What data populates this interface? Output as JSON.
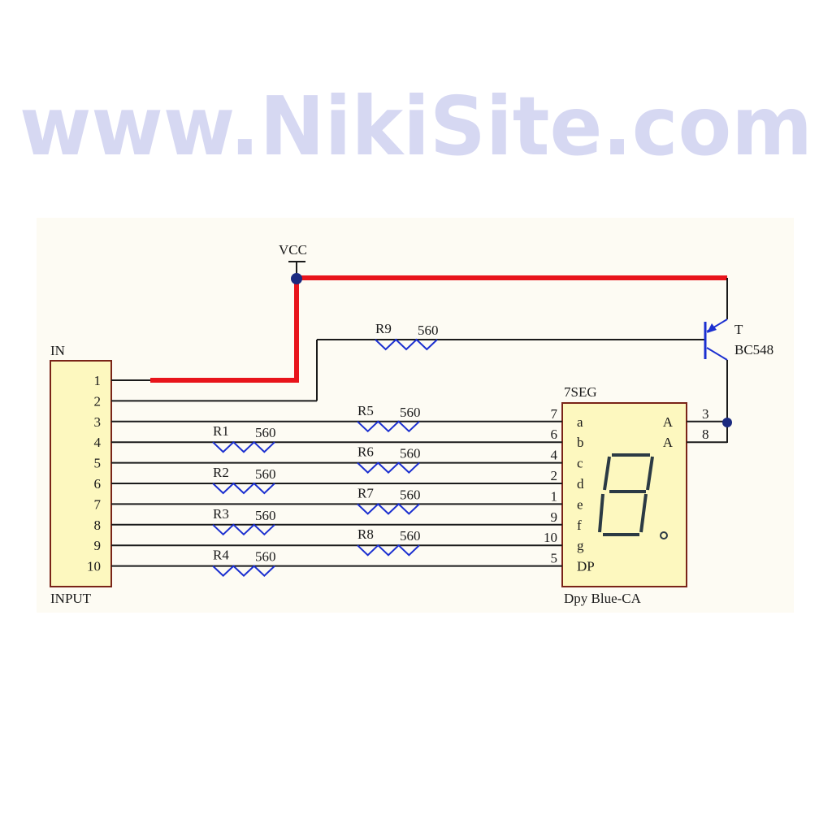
{
  "watermark": "www.NikiSite.com",
  "power": {
    "label": "VCC"
  },
  "connector": {
    "designator": "IN",
    "name": "INPUT",
    "pins": [
      "1",
      "2",
      "3",
      "4",
      "5",
      "6",
      "7",
      "8",
      "9",
      "10"
    ]
  },
  "transistor": {
    "designator": "T",
    "part": "BC548"
  },
  "display": {
    "designator": "7SEG",
    "name": "Dpy Blue-CA",
    "segments": [
      {
        "name": "a",
        "pin": "7"
      },
      {
        "name": "b",
        "pin": "6"
      },
      {
        "name": "c",
        "pin": "4"
      },
      {
        "name": "d",
        "pin": "2"
      },
      {
        "name": "e",
        "pin": "1"
      },
      {
        "name": "f",
        "pin": "9"
      },
      {
        "name": "g",
        "pin": "10"
      },
      {
        "name": "DP",
        "pin": "5"
      }
    ],
    "anodes": [
      {
        "name": "A",
        "pin": "3"
      },
      {
        "name": "A",
        "pin": "8"
      }
    ]
  },
  "resistors": [
    {
      "ref": "R1",
      "value": "560",
      "input_pin": 4
    },
    {
      "ref": "R2",
      "value": "560",
      "input_pin": 6
    },
    {
      "ref": "R3",
      "value": "560",
      "input_pin": 8
    },
    {
      "ref": "R4",
      "value": "560",
      "input_pin": 10
    },
    {
      "ref": "R5",
      "value": "560",
      "input_pin": 3
    },
    {
      "ref": "R6",
      "value": "560",
      "input_pin": 5
    },
    {
      "ref": "R7",
      "value": "560",
      "input_pin": 7
    },
    {
      "ref": "R8",
      "value": "560",
      "input_pin": 9
    },
    {
      "ref": "R9",
      "value": "560",
      "input_pin": 2
    }
  ],
  "colors": {
    "wire": "#1a1a1a",
    "power": "#e8141b",
    "component": "#1b2fd0",
    "body": "#fdf8bf",
    "outline": "#7a2418",
    "node": "#1b2a80",
    "panel": "#fdfbf3"
  }
}
